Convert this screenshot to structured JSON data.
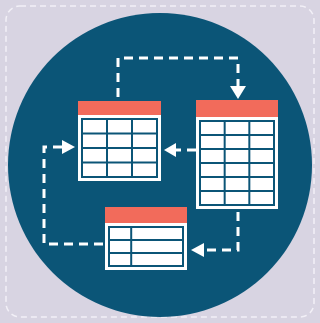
{
  "icon": {
    "name": "database-tables-relationship-icon",
    "colors": {
      "background": "#d8d4e2",
      "frame_border": "#f2f0f7",
      "circle": "#0b5577",
      "table_header": "#f26b5b",
      "table_body": "#ffffff",
      "table_lines": "#0b5577",
      "connector": "#ffffff"
    },
    "tables": [
      {
        "name": "top-left-table",
        "rows": 4,
        "cols": 3
      },
      {
        "name": "right-table",
        "rows": 6,
        "cols": 3
      },
      {
        "name": "bottom-table",
        "rows": 3,
        "cols": 2
      }
    ],
    "connectors": [
      {
        "name": "connector-top-left-to-right",
        "from": "top-left-table",
        "to": "right-table"
      },
      {
        "name": "connector-right-to-top-left",
        "from": "right-table",
        "to": "top-left-table"
      },
      {
        "name": "connector-right-to-bottom",
        "from": "right-table",
        "to": "bottom-table"
      },
      {
        "name": "connector-bottom-to-top-left",
        "from": "bottom-table",
        "to": "top-left-table"
      }
    ]
  }
}
